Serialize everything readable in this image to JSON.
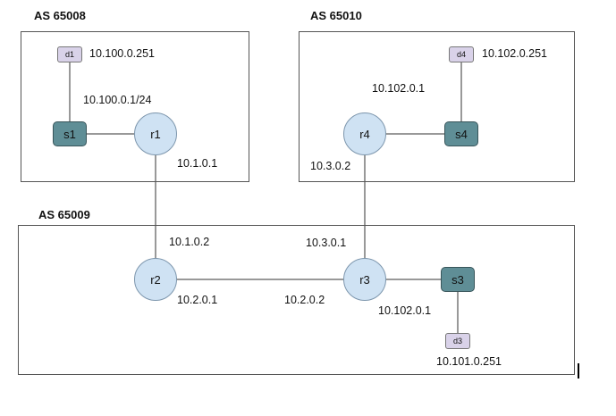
{
  "autonomous_systems": [
    {
      "id": "as1",
      "label": "AS 65008"
    },
    {
      "id": "as2",
      "label": "AS 65010"
    },
    {
      "id": "as3",
      "label": "AS 65009"
    }
  ],
  "routers": {
    "r1": "r1",
    "r2": "r2",
    "r3": "r3",
    "r4": "r4"
  },
  "switches": {
    "s1": "s1",
    "s3": "s3",
    "s4": "s4"
  },
  "devices": {
    "d1": "d1",
    "d3": "d3",
    "d4": "d4"
  },
  "addresses": {
    "d1_ip": "10.100.0.251",
    "s1_subnet": "10.100.0.1/24",
    "r1_uplink": "10.1.0.1",
    "d4_ip": "10.102.0.251",
    "r4_lan": "10.102.0.1",
    "r4_uplink": "10.3.0.2",
    "r2_up": "10.1.0.2",
    "r2_link": "10.2.0.1",
    "r3_link": "10.2.0.2",
    "r3_up": "10.3.0.1",
    "r3_lan": "10.102.0.1",
    "d3_ip": "10.101.0.251"
  },
  "colors": {
    "router_fill": "#cfe2f3",
    "switch_fill": "#5f8e96",
    "device_fill": "#d9d2e9",
    "line": "#333333"
  }
}
